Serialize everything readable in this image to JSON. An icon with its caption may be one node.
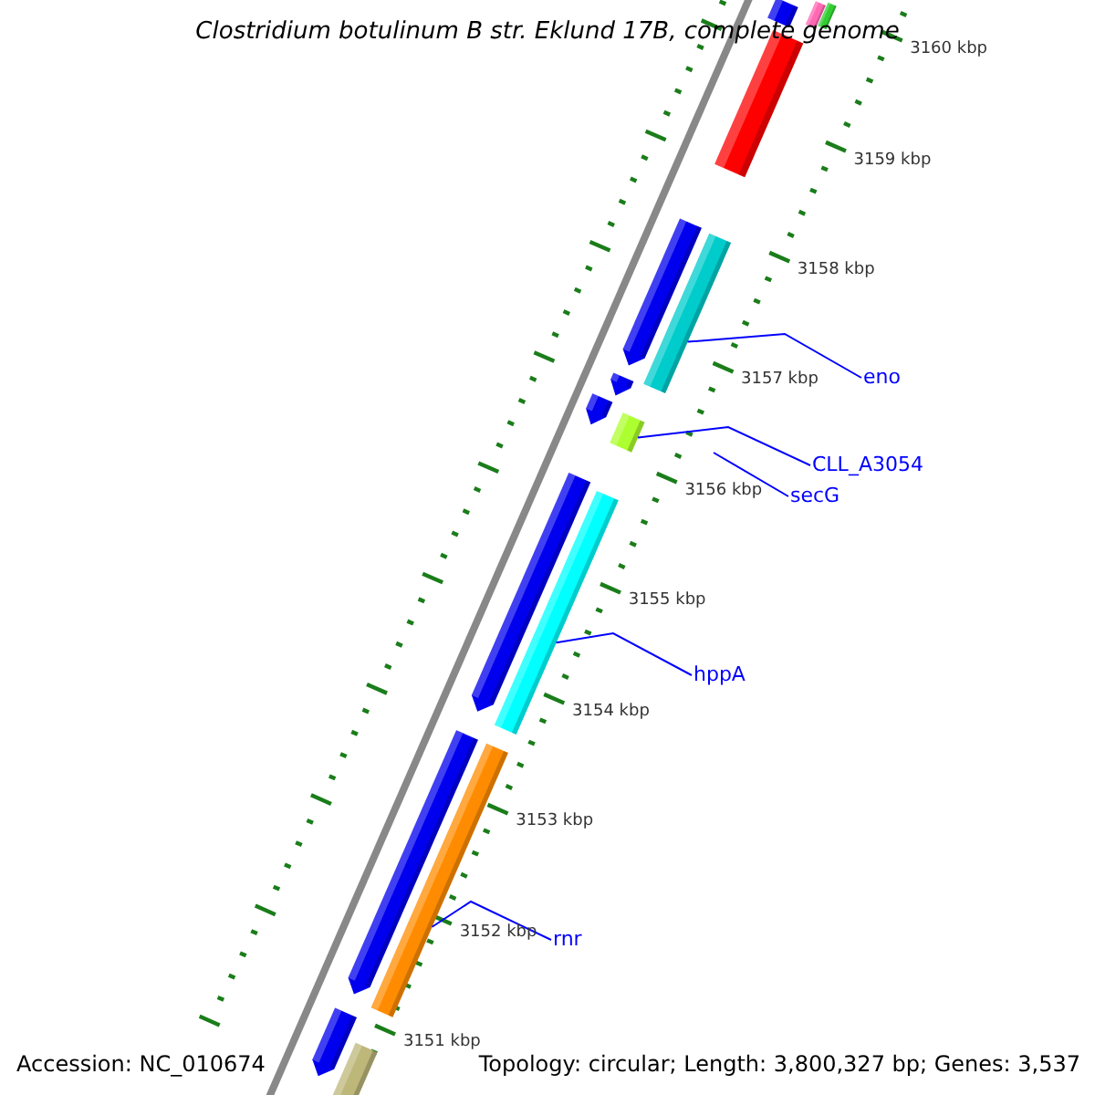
{
  "diagram": {
    "title": "Clostridium botulinum B str. Eklund 17B, complete genome",
    "nodes": [
      {
        "text": [],
        "shape": "bar"
      },
      {
        "text": [],
        "shape": "bar"
      },
      {
        "text": [],
        "shape": "bar"
      },
      {
        "text": [],
        "shape": "bar"
      },
      {
        "text": [],
        "shape": "bar"
      },
      {
        "text": [],
        "shape": "bar"
      },
      {
        "text": [
          "eno"
        ]
      },
      {
        "text": [],
        "shape": "bar"
      },
      {
        "text": [],
        "shape": "bar"
      },
      {
        "text": [],
        "shape": "bar"
      },
      {
        "text": [
          "CLL_A3054"
        ]
      },
      {
        "text": [
          "secG"
        ]
      },
      {
        "text": [],
        "shape": "bar"
      },
      {
        "text": [],
        "shape": "bar"
      },
      {
        "text": [
          "hppA"
        ]
      },
      {
        "text": [],
        "shape": "bar"
      },
      {
        "text": [],
        "shape": "bar"
      },
      {
        "text": [
          "rnr"
        ]
      },
      {
        "text": [],
        "shape": "bar"
      },
      {
        "text": [],
        "shape": "bar"
      }
    ],
    "edges": [
      {
        "from": 6,
        "to": 5,
        "arrow": "none"
      },
      {
        "from": 10,
        "to": 9,
        "arrow": "none"
      },
      {
        "from": 11,
        "to": null,
        "arrow": "none"
      },
      {
        "from": 14,
        "to": 13,
        "arrow": "none"
      },
      {
        "from": 17,
        "to": 16,
        "arrow": "none"
      }
    ],
    "labels": [
      "3160 kbp",
      "3159 kbp",
      "3158 kbp",
      "3157 kbp",
      "3156 kbp",
      "3155 kbp",
      "3154 kbp",
      "3153 kbp",
      "3152 kbp",
      "3151 kbp",
      "Accession: NC_010674",
      "Topology: circular; Length: 3,800,327 bp; Genes: 3,537"
    ]
  }
}
